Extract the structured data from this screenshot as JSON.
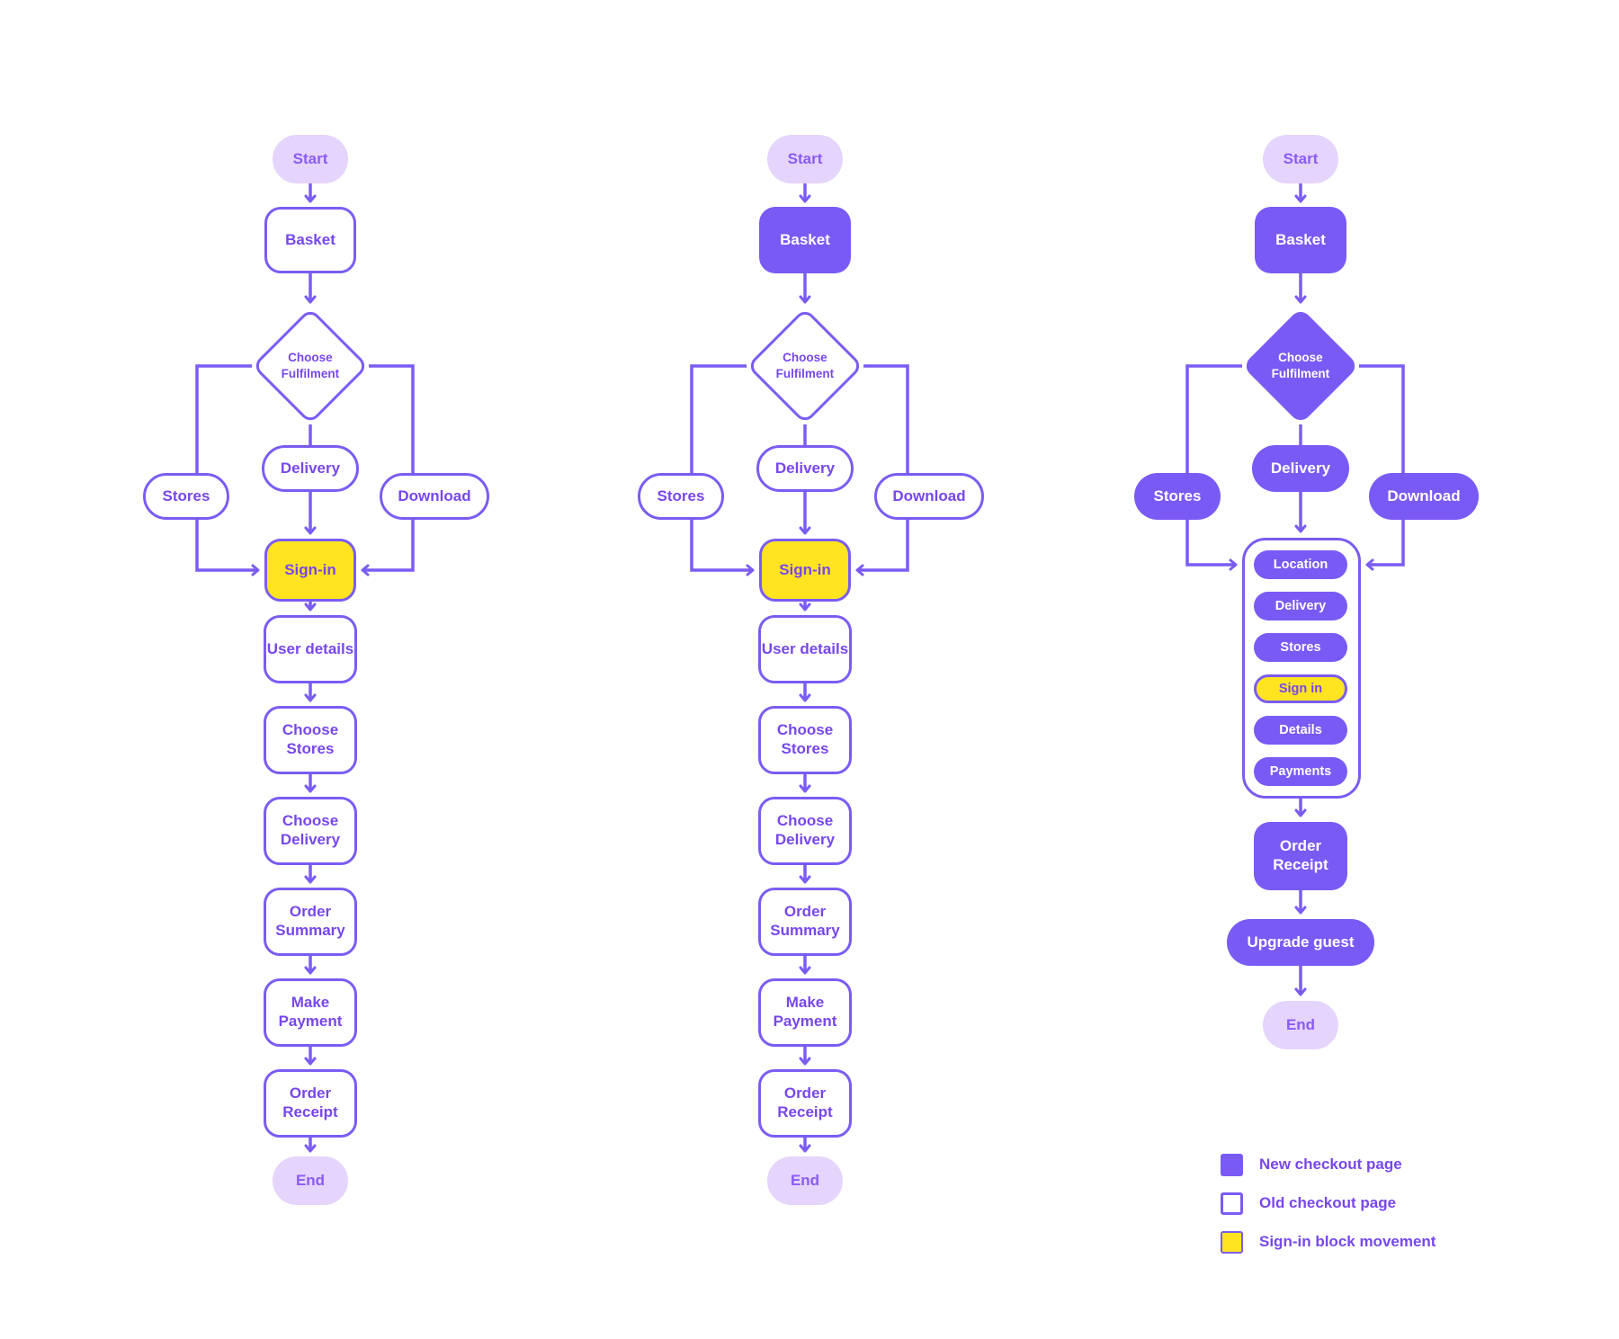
{
  "colors": {
    "solid_node_purple": "#7A5AF5",
    "connector_purple": "#7B5CF3",
    "node_text_purple": "#7747EE",
    "terminal_lavender": "#E5D4FB",
    "terminal_text": "#8A5BF5",
    "signin_yellow": "#FFE41F",
    "background": "#FFFFFF"
  },
  "diagrams": [
    {
      "name": "old-checkout-flow",
      "nodes": {
        "start": "Start",
        "basket": "Basket",
        "fulfilment": "Choose Fulfilment",
        "stores": "Stores",
        "delivery": "Delivery",
        "download": "Download",
        "signin": "Sign-in",
        "user_details": "User details",
        "choose_stores": "Choose Stores",
        "choose_delivery": "Choose Delivery",
        "order_summary": "Order Summary",
        "make_payment": "Make Payment",
        "order_receipt": "Order Receipt",
        "end": "End"
      }
    },
    {
      "name": "new-basket-checkout-flow",
      "nodes": {
        "start": "Start",
        "basket": "Basket",
        "fulfilment": "Choose Fulfilment",
        "stores": "Stores",
        "delivery": "Delivery",
        "download": "Download",
        "signin": "Sign-in",
        "user_details": "User details",
        "choose_stores": "Choose Stores",
        "choose_delivery": "Choose Delivery",
        "order_summary": "Order Summary",
        "make_payment": "Make Payment",
        "order_receipt": "Order Receipt",
        "end": "End"
      }
    },
    {
      "name": "new-combined-checkout-flow",
      "nodes": {
        "start": "Start",
        "basket": "Basket",
        "fulfilment": "Choose Fulfilment",
        "stores": "Stores",
        "delivery": "Delivery",
        "download": "Download",
        "checkout_steps": [
          "Location",
          "Delivery",
          "Stores",
          "Sign in",
          "Details",
          "Payments"
        ],
        "order_receipt": "Order Receipt",
        "upgrade_guest": "Upgrade guest",
        "end": "End"
      }
    }
  ],
  "legend": {
    "items": [
      {
        "swatch_color": "#7A5AF5",
        "label": "New checkout page"
      },
      {
        "swatch_color": "#FFFFFF",
        "label": "Old checkout page"
      },
      {
        "swatch_color": "#FFE41F",
        "label": "Sign-in block movement"
      }
    ]
  }
}
